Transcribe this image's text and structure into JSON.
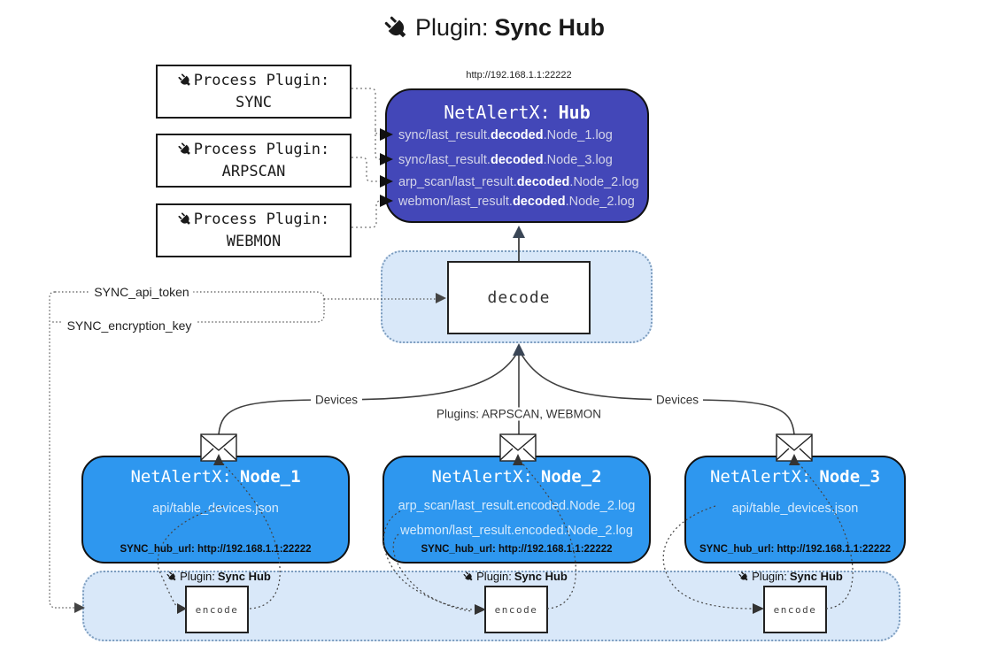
{
  "title": {
    "prefix": "Plugin:",
    "name": "Sync Hub"
  },
  "process_plugins": [
    {
      "label": "Process Plugin:",
      "name": "SYNC"
    },
    {
      "label": "Process Plugin:",
      "name": "ARPSCAN"
    },
    {
      "label": "Process Plugin:",
      "name": "WEBMON"
    }
  ],
  "hub": {
    "url": "http://192.168.1.1:22222",
    "title_prefix": "NetAlertX:",
    "title_name": "Hub",
    "logs": [
      {
        "pre": "sync/last_result.",
        "bold": "decoded",
        "post": ".Node_1.log"
      },
      {
        "pre": "sync/last_result.",
        "bold": "decoded",
        "post": ".Node_3.log"
      },
      {
        "pre": "arp_scan/last_result.",
        "bold": "decoded",
        "post": ".Node_2.log"
      },
      {
        "pre": "webmon/last_result.",
        "bold": "decoded",
        "post": ".Node_2.log"
      }
    ]
  },
  "decode_label": "decode",
  "secrets": {
    "api_token": "SYNC_api_token",
    "encryption_key": "SYNC_encryption_key"
  },
  "edge_labels": {
    "devices_left": "Devices",
    "plugins_mid": "Plugins: ARPSCAN, WEBMON",
    "devices_right": "Devices"
  },
  "nodes": [
    {
      "title_prefix": "NetAlertX:",
      "title_name": "Node_1",
      "files": [
        "api/table_devices.json"
      ],
      "hub_url": "SYNC_hub_url: http://192.168.1.1:22222"
    },
    {
      "title_prefix": "NetAlertX:",
      "title_name": "Node_2",
      "files": [
        "arp_scan/last_result.encoded.Node_2.log",
        "webmon/last_result.encoded.Node_2.log"
      ],
      "hub_url": "SYNC_hub_url: http://192.168.1.1:22222"
    },
    {
      "title_prefix": "NetAlertX:",
      "title_name": "Node_3",
      "files": [
        "api/table_devices.json"
      ],
      "hub_url": "SYNC_hub_url: http://192.168.1.1:22222"
    }
  ],
  "encode_area": {
    "plugin_label_prefix": "Plugin:",
    "plugin_label_name": "Sync Hub",
    "box_label": "encode"
  },
  "colors": {
    "hub_fill": "#4347b8",
    "node_fill": "#2e97ef",
    "panel_fill": "#d9e8f9",
    "panel_border": "#7d9dbf",
    "arrow_dark": "#3a4656"
  }
}
